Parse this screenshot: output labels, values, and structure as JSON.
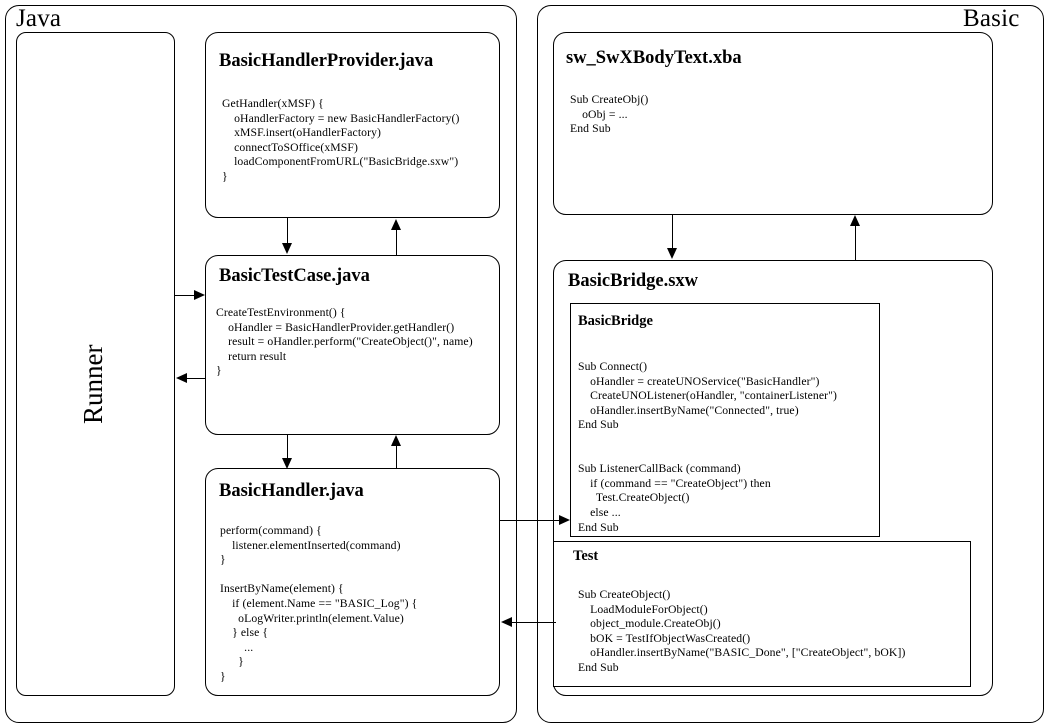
{
  "diagram": {
    "type": "architecture-diagram",
    "title_left": "Java",
    "title_right": "Basic"
  },
  "java_panel": {
    "label": "Java",
    "runner": {
      "label": "Runner"
    },
    "cards": [
      {
        "id": "basic-handler-provider",
        "title": "BasicHandlerProvider.java",
        "code": "GetHandler(xMSF) {\n    oHandlerFactory = new BasicHandlerFactory()\n    xMSF.insert(oHandlerFactory)\n    connectToSOffice(xMSF)\n    loadComponentFromURL(\"BasicBridge.sxw\")\n}"
      },
      {
        "id": "basic-test-case",
        "title": "BasicTestCase.java",
        "code": "CreateTestEnvironment() {\n    oHandler = BasicHandlerProvider.getHandler()\n    result = oHandler.perform(\"CreateObject()\", name)\n    return result\n}"
      },
      {
        "id": "basic-handler",
        "title": "BasicHandler.java",
        "code": "perform(command) {\n    listener.elementInserted(command)\n}\n\nInsertByName(element) {\n    if (element.Name == \"BASIC_Log\") {\n      oLogWriter.println(element.Value)\n    } else {\n        ...\n      }\n}"
      }
    ]
  },
  "basic_panel": {
    "label": "Basic",
    "cards": [
      {
        "id": "sw-swxbodytext",
        "title": "sw_SwXBodyText.xba",
        "code": "Sub CreateObj()\n    oObj = ...\nEnd Sub"
      },
      {
        "id": "basic-bridge-sxw",
        "title": "BasicBridge.sxw",
        "modules": [
          {
            "id": "basic-bridge-module",
            "title": "BasicBridge",
            "code": "Sub Connect()\n    oHandler = createUNOService(\"BasicHandler\")\n    CreateUNOListener(oHandler, \"containerListener\")\n    oHandler.insertByName(\"Connected\", true)\nEnd Sub\n\n\nSub ListenerCallBack (command)\n    if (command == \"CreateObject\") then\n      Test.CreateObject()\n    else ...\nEnd Sub"
          },
          {
            "id": "test-module",
            "title": "Test",
            "code": "Sub CreateObject()\n    LoadModuleForObject()\n    object_module.CreateObj()\n    bOK = TestIfObjectWasCreated()\n    oHandler.insertByName(\"BASIC_Done\", [\"CreateObject\", bOK])\nEnd Sub"
          }
        ]
      }
    ]
  },
  "connectors": [
    {
      "id": "runner-to-testcase",
      "direction": "right"
    },
    {
      "id": "testcase-to-runner",
      "direction": "left"
    },
    {
      "id": "provider-to-testcase",
      "direction": "down"
    },
    {
      "id": "testcase-to-provider",
      "direction": "up"
    },
    {
      "id": "testcase-to-handler",
      "direction": "down"
    },
    {
      "id": "handler-to-testcase",
      "direction": "up"
    },
    {
      "id": "handler-to-bridge",
      "direction": "right"
    },
    {
      "id": "test-to-handler",
      "direction": "left"
    },
    {
      "id": "provider-to-bridge",
      "direction": "down"
    },
    {
      "id": "bridge-to-bodytext",
      "direction": "up"
    }
  ],
  "colors": {
    "stroke": "#000000",
    "background": "#ffffff"
  }
}
